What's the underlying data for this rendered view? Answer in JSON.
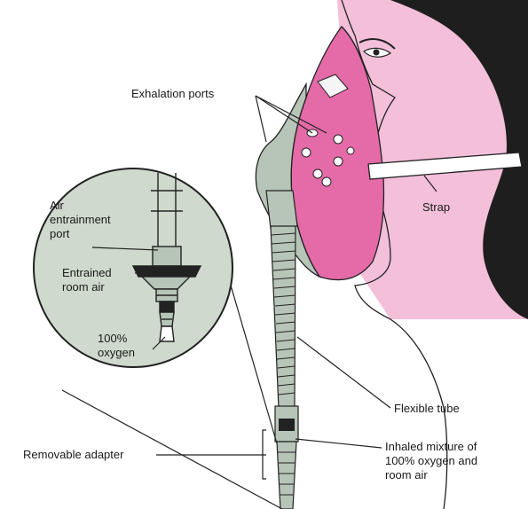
{
  "labels": {
    "exhalation_ports": "Exhalation ports",
    "air_entrainment_port": "Air\nentrainment\nport",
    "entrained_room_air": "Entrained\nroom air",
    "oxygen_100": "100%\noxygen",
    "strap": "Strap",
    "flexible_tube": "Flexible tube",
    "removable_adapter": "Removable adapter",
    "inhaled_mixture": "Inhaled mixture of\n100% oxygen and\nroom air"
  },
  "colors": {
    "skin_pink": "#f3bfd9",
    "mask_magenta": "#e46aa8",
    "hair": "#1e1e1e",
    "device_gray": "#b7c4b8",
    "magnifier_fill": "#cfd9cd",
    "line": "#222222"
  }
}
